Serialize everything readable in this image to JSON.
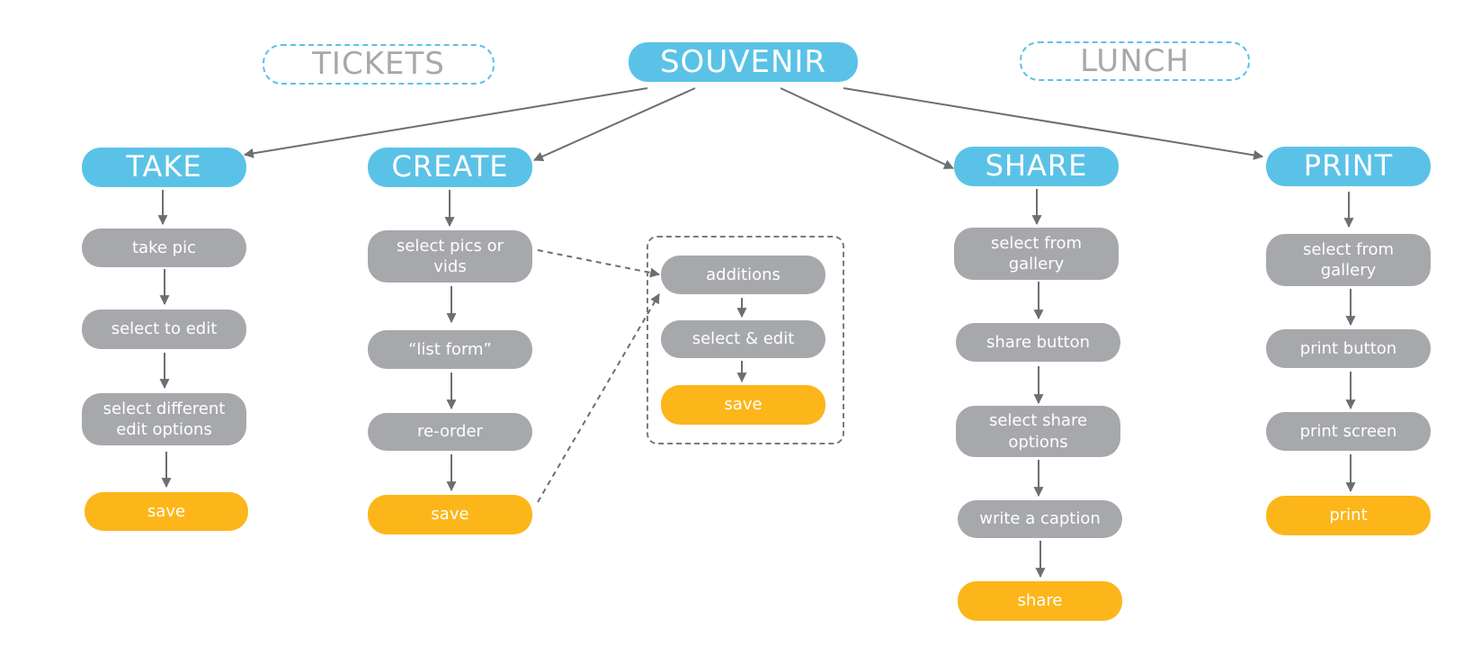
{
  "colors": {
    "header": "#5bc2e7",
    "step": "#a7a8ab",
    "final": "#fcb61a",
    "connector": "#6d6e71"
  },
  "top": {
    "tickets": "TICKETS",
    "souvenir": "SOUVENIR",
    "lunch": "LUNCH"
  },
  "take": {
    "title": "TAKE",
    "steps": [
      "take pic",
      "select to edit",
      "select different edit options"
    ],
    "final": "save"
  },
  "create": {
    "title": "CREATE",
    "steps": [
      "select pics or vids",
      "“list form”",
      "re-order"
    ],
    "final": "save"
  },
  "additions": {
    "steps": [
      "additions",
      "select & edit"
    ],
    "final": "save"
  },
  "share": {
    "title": "SHARE",
    "steps": [
      "select from gallery",
      "share button",
      "select share options",
      "write a caption"
    ],
    "final": "share"
  },
  "print": {
    "title": "PRINT",
    "steps": [
      "select from gallery",
      "print button",
      "print screen"
    ],
    "final": "print"
  }
}
